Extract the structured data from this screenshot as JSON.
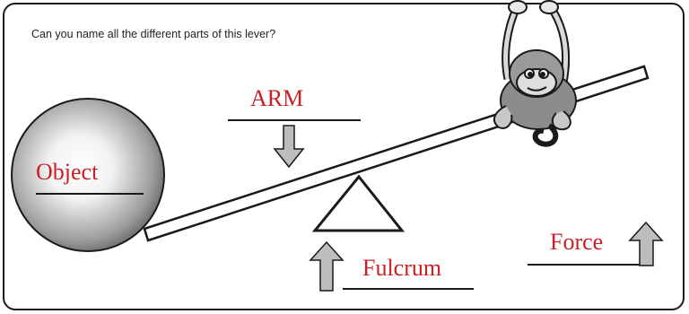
{
  "question": "Can you name all the different parts of this lever?",
  "labels": {
    "arm": "ARM",
    "object": "Object",
    "fulcrum": "Fulcrum",
    "force": "Force"
  },
  "colors": {
    "label_red": "#cc1f24",
    "outline": "#1a1a1a",
    "arrow_fill": "#bdbdbd"
  },
  "icons": {
    "character": "monkey-hanging-icon",
    "object": "sphere-object",
    "fulcrum": "triangle-fulcrum-icon"
  }
}
